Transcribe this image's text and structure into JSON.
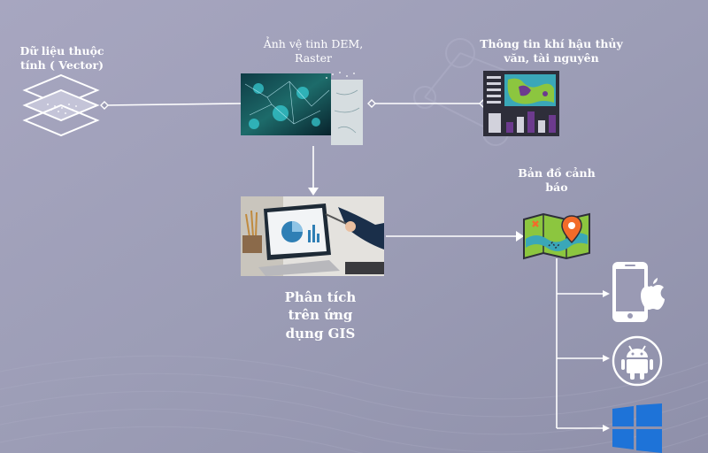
{
  "nodes": {
    "vector": {
      "label": "Dữ liệu thuộc tính ( Vector)",
      "line1": "Dữ liệu thuộc",
      "line2": "tính ( Vector)",
      "icon": "layers-icon"
    },
    "satellite": {
      "line1": "Ảnh vệ tinh DEM,",
      "line2": "Raster",
      "icon": "satellite-image"
    },
    "climate": {
      "line1": "Thông tin khí hậu thủy",
      "line2": "văn, tài nguyên",
      "icon": "dashboard-map-icon"
    },
    "gis": {
      "line1": "Phân tích",
      "line2": "trên ứng",
      "line3": "dụng GIS",
      "icon": "laptop-analysis-image"
    },
    "warning_map": {
      "line1": "Bản đồ cảnh",
      "line2": "báo",
      "icon": "map-pin-icon"
    }
  },
  "platforms": [
    "apple-icon",
    "android-icon",
    "windows-icon"
  ],
  "colors": {
    "background": "#9a9ab4",
    "connector": "#ffffff",
    "map_green": "#8cc63f",
    "map_teal": "#3aa7b8",
    "pin_orange": "#f26b2a",
    "dashboard_dark": "#2e2e3a",
    "windows_blue": "#1e73d8"
  }
}
